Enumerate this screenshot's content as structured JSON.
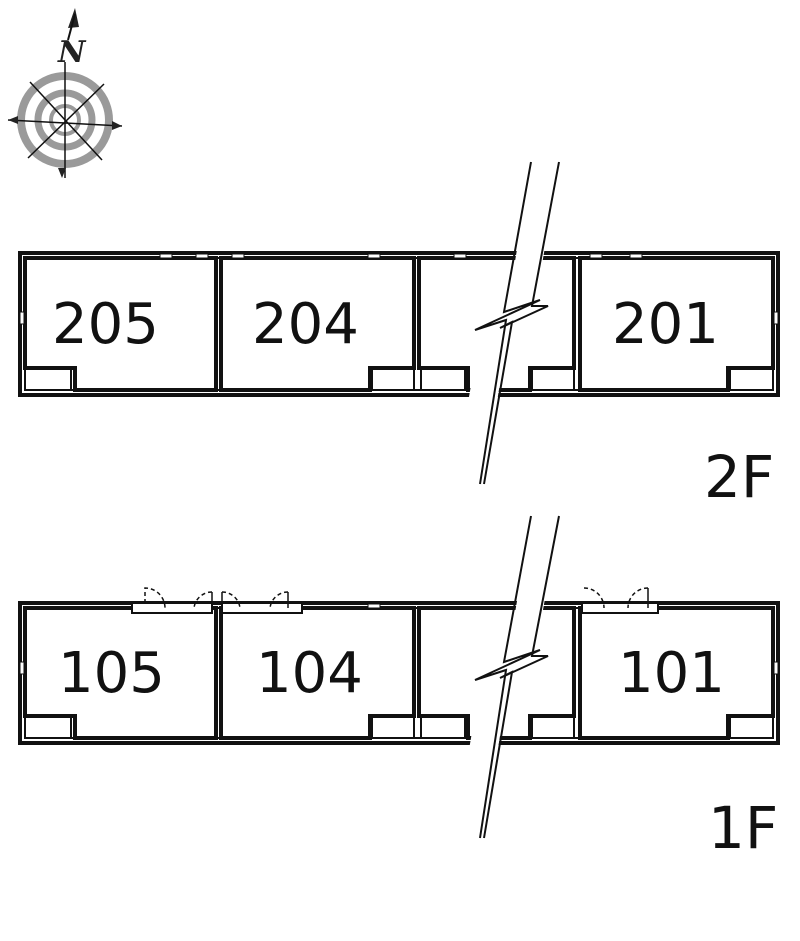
{
  "compass": {
    "label": "N",
    "icon": "north-arrow-compass-icon"
  },
  "floors": [
    {
      "id": "2F",
      "label": "2F",
      "units": [
        "205",
        "204",
        "201"
      ]
    },
    {
      "id": "1F",
      "label": "1F",
      "units": [
        "105",
        "104",
        "101"
      ]
    }
  ],
  "colors": {
    "line": "#111111",
    "compass_gray": "#9a9a9a",
    "background": "#ffffff"
  }
}
